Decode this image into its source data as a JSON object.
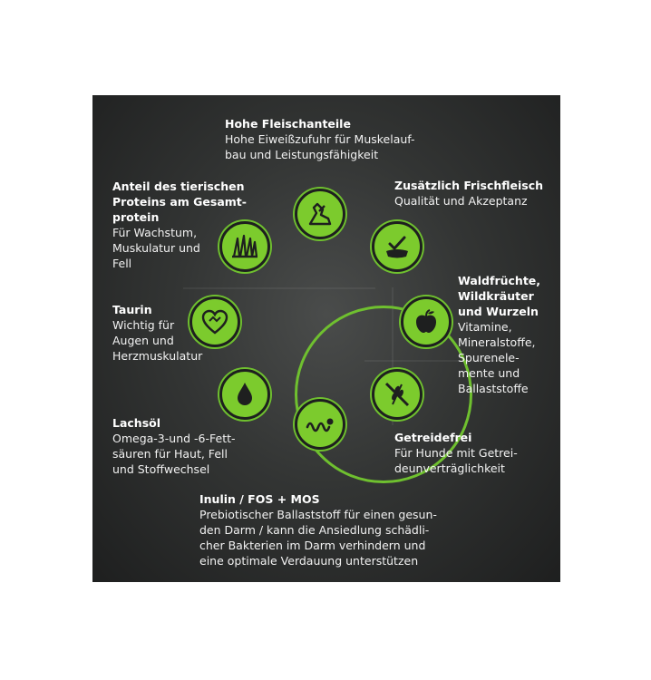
{
  "features": [
    {
      "id": "meat",
      "title": "Hohe Fleischanteile",
      "desc": "Hohe Eiweißzufuhr für Muskelauf-\nbau und Leistungsfähigkeit"
    },
    {
      "id": "fresh",
      "title": "Zusätzlich Frischfleisch",
      "desc": "Qualität und Akzeptanz"
    },
    {
      "id": "fruits",
      "title": "Waldfrüchte,\nWildkräuter\nund Wurzeln",
      "desc": "Vitamine,\nMineralstoffe,\nSpurenele-\nmente und\nBallaststoffe"
    },
    {
      "id": "grainfree",
      "title": "Getreidefrei",
      "desc": "Für Hunde mit Getrei-\ndeunverträglichkeit"
    },
    {
      "id": "inulin",
      "title": "Inulin / FOS + MOS",
      "desc": "Prebiotischer Ballaststoff für einen gesun-\nden Darm / kann die Ansiedlung schädli-\ncher Bakterien im Darm verhindern und\neine optimale Verdauung unterstützen"
    },
    {
      "id": "salmon",
      "title": "Lachsöl",
      "desc": "Omega-3-und -6-Fett-\nsäuren für Haut, Fell\nund Stoffwechsel"
    },
    {
      "id": "taurine",
      "title": "Taurin",
      "desc": "Wichtig für\nAugen und\nHerzmuskulatur"
    },
    {
      "id": "protein",
      "title": "Anteil des tierischen\nProteins am Gesamt-\nprotein",
      "desc": "Für Wachstum,\nMuskulatur und\nFell"
    }
  ],
  "icons": [
    "leg-icon",
    "bowl-check-icon",
    "apple-icon",
    "no-grain-icon",
    "intestine-icon",
    "droplet-icon",
    "heart-icon",
    "fur-icon"
  ],
  "colors": {
    "accent": "#7ccb2d",
    "ring": "#6fc02f",
    "panel": "#2e302f",
    "text": "#f2f2f2"
  }
}
